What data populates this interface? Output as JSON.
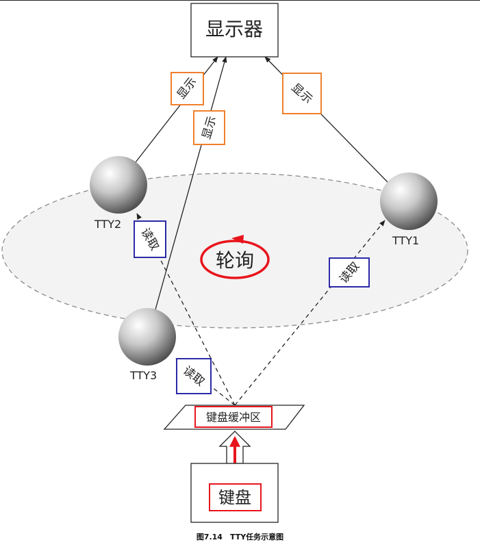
{
  "caption": "图7.14　TTY任务示意图",
  "nodes": {
    "display": "显示器",
    "keyboard": "键盘",
    "buffer": "键盘缓冲区",
    "polling": "轮询",
    "tty1": "TTY1",
    "tty2": "TTY2",
    "tty3": "TTY3"
  },
  "labels": {
    "display_tty2": "显示",
    "display_tty3": "显示",
    "display_tty1": "显示",
    "read_tty2": "读取",
    "read_tty1": "读取",
    "read_tty3": "读取"
  },
  "colors": {
    "display_box": "#f07f2a",
    "read_box": "#2a2aa8",
    "highlight": "#e8141c"
  }
}
